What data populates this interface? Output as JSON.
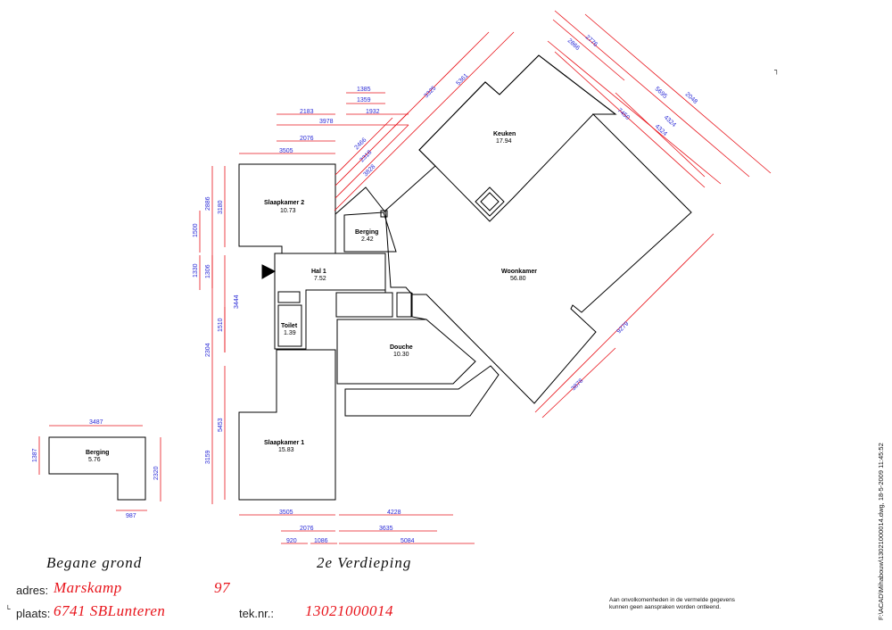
{
  "floor_labels": {
    "left": "Begane grond",
    "right": "2e  Verdieping"
  },
  "info": {
    "adres_label": "adres:",
    "adres_street": "Marskamp",
    "adres_number": "97",
    "plaats_label": "plaats:",
    "plaats_value": "6741  SBLunteren",
    "teknr_label": "tek.nr.:",
    "teknr_value": "13021000014"
  },
  "disclaimer": {
    "line1": "Aan onvolkomenheden in de vermelde gegevens",
    "line2": "kunnen geen aanspraken worden ontleend."
  },
  "file_path": "F:\\ACAD\\Mihabouw\\13021000014.dwg, 18-5-2009 11:45:52",
  "rooms": {
    "berging_ground": {
      "name": "Berging",
      "area": "5.76"
    },
    "slaapkamer2": {
      "name": "Slaapkamer  2",
      "area": "10.73"
    },
    "berging_upper": {
      "name": "Berging",
      "area": "2.42"
    },
    "hal": {
      "name": "Hal  1",
      "area": "7.52"
    },
    "toilet": {
      "name": "Toilet",
      "area": "1.39"
    },
    "douche": {
      "name": "Douche",
      "area": "10.30"
    },
    "slaapkamer1": {
      "name": "Slaapkamer  1",
      "area": "15.83"
    },
    "keuken": {
      "name": "Keuken",
      "area": "17.94"
    },
    "woonkamer": {
      "name": "Woonkamer",
      "area": "56.80"
    }
  },
  "dims": {
    "g_top": "3487",
    "g_left": "1387",
    "g_right": "2320",
    "g_bottom": "987",
    "t1": "1385",
    "t2": "1359",
    "t3": "1932",
    "t4": "2183",
    "t5": "3978",
    "t6": "2076",
    "t7": "3505",
    "l1": "2886",
    "l2": "3180",
    "l3": "1500",
    "l4": "1330",
    "l5": "1306",
    "l6": "3444",
    "l7": "1510",
    "l8": "2304",
    "l9": "5453",
    "l10": "3159",
    "b1": "3505",
    "b2": "4228",
    "b3": "2076",
    "b4": "3635",
    "b5": "920",
    "b6": "1086",
    "b7": "5084",
    "d1": "3325",
    "d2": "5361",
    "d3": "2466",
    "d4": "2318",
    "d5": "3828",
    "d6": "2776",
    "d7": "2866",
    "d8": "7450",
    "d9": "5695",
    "d10": "4324",
    "d11": "4324",
    "d12": "2048",
    "d13": "9279",
    "d14": "3878"
  }
}
